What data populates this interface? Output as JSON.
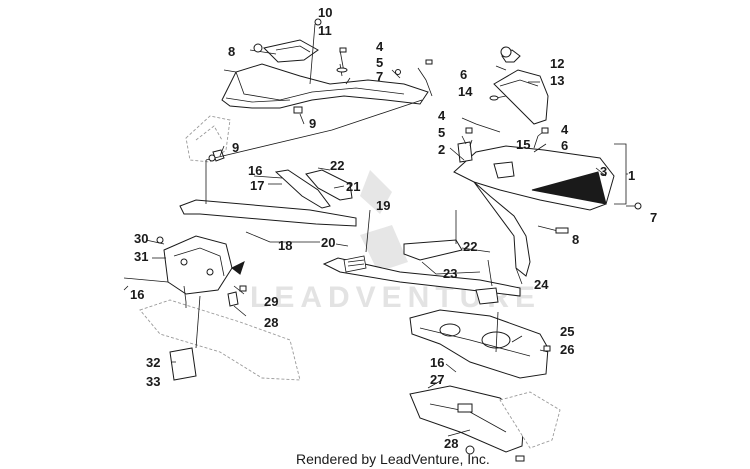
{
  "watermark": "LEADVENTURE",
  "credit": "Rendered by LeadVenture, Inc.",
  "callouts": {
    "c10": "10",
    "c11": "11",
    "c8a": "8",
    "c4a": "4",
    "c5a": "5",
    "c7a": "7",
    "c6a": "6",
    "c9a": "9",
    "c9b": "9",
    "c12": "12",
    "c13": "13",
    "c14": "14",
    "c4b": "4",
    "c5b": "5",
    "c2": "2",
    "c15": "15",
    "c4c": "4",
    "c6b": "6",
    "c3": "3",
    "c1": "1",
    "c7b": "7",
    "c8b": "8",
    "c16a": "16",
    "c22a": "22",
    "c17": "17",
    "c21": "21",
    "c19": "19",
    "c18": "18",
    "c20": "20",
    "c22b": "22",
    "c23": "23",
    "c24": "24",
    "c30": "30",
    "c31": "31",
    "c16b": "16",
    "c29": "29",
    "c28a": "28",
    "c32": "32",
    "c33": "33",
    "c25": "25",
    "c26": "26",
    "c16c": "16",
    "c27": "27",
    "c28b": "28"
  }
}
